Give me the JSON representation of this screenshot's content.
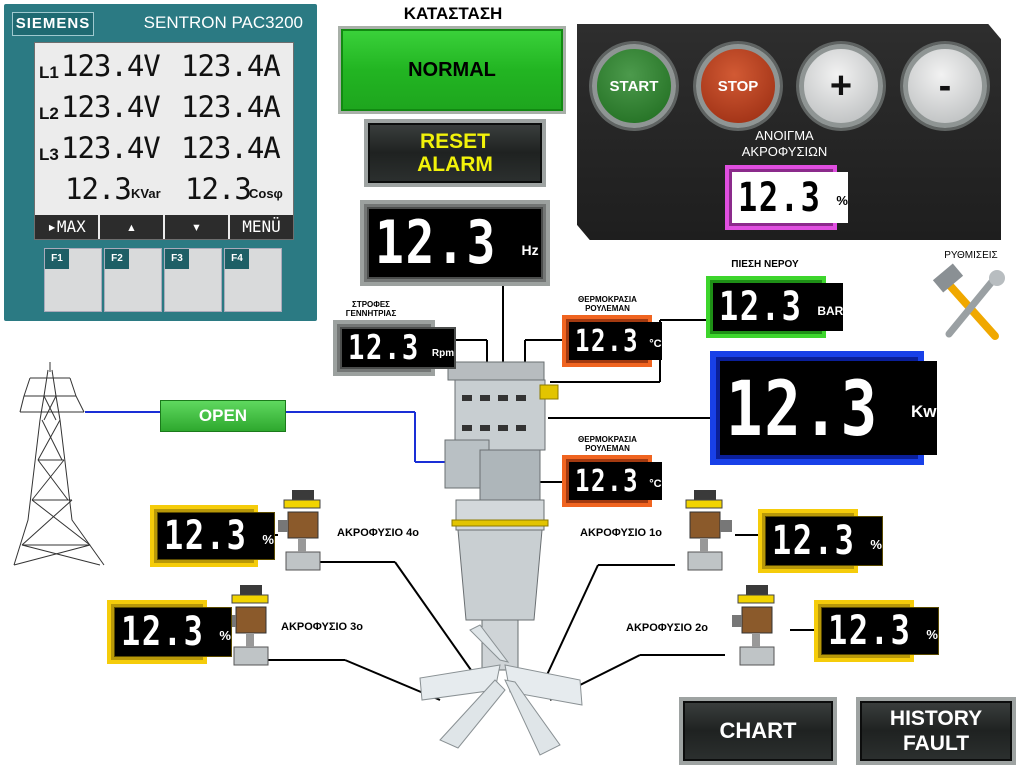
{
  "meter": {
    "brand": "SIEMENS",
    "model": "SENTRON PAC3200",
    "rows": [
      {
        "label": "L1",
        "voltage": "123.4V",
        "current": "123.4A"
      },
      {
        "label": "L2",
        "voltage": "123.4V",
        "current": "123.4A"
      },
      {
        "label": "L3",
        "voltage": "123.4V",
        "current": "123.4A"
      }
    ],
    "kvar_value": "12.3",
    "kvar_unit": "KVar",
    "cos_value": "12.3",
    "cos_unit": "Cosφ",
    "softkeys": [
      "▸MAX",
      "▴",
      "▾",
      "MENÜ"
    ],
    "fkeys": [
      "F1",
      "F2",
      "F3",
      "F4"
    ]
  },
  "status": {
    "title": "ΚΑΤΑΣΤΑΣΗ",
    "state": "NORMAL"
  },
  "reset_alarm": {
    "line1": "RESET",
    "line2": "ALARM"
  },
  "frequency": {
    "value": "12.3",
    "unit": "Hz"
  },
  "rpm": {
    "label_line1": "ΣΤΡΟΦΕΣ",
    "label_line2": "ΓΕΝΝΗΤΡΙΑΣ",
    "value": "12.3",
    "unit": "Rpm"
  },
  "bearing_temp_top": {
    "label_line1": "ΘΕΡΜΟΚΡΑΣΙΑ",
    "label_line2": "ΡΟΥΛΕΜΑΝ",
    "value": "12.3",
    "unit": "°C"
  },
  "bearing_temp_bottom": {
    "label_line1": "ΘΕΡΜΟΚΡΑΣΙΑ",
    "label_line2": "ΡΟΥΛΕΜΑΝ",
    "value": "12.3",
    "unit": "°C"
  },
  "water_pressure": {
    "label": "ΠΙΕΣΗ ΝΕΡΟΥ",
    "value": "12.3",
    "unit": "BAR"
  },
  "power": {
    "value": "12.3",
    "unit": "Kw"
  },
  "settings": {
    "label": "ΡΥΘΜΙΣΕΙΣ"
  },
  "control": {
    "start": "START",
    "stop": "STOP",
    "plus": "+",
    "minus": "-",
    "caption_line1": "ΑΝΟΙΓΜΑ",
    "caption_line2": "ΑΚΡΟΦΥΣΙΩΝ",
    "opening_value": "12.3",
    "opening_unit": "%"
  },
  "breaker": {
    "label": "OPEN"
  },
  "nozzles": [
    {
      "label": "ΑΚΡΟΦΥΣΙΟ 4ο",
      "value": "12.3",
      "unit": "%"
    },
    {
      "label": "ΑΚΡΟΦΥΣΙΟ 3ο",
      "value": "12.3",
      "unit": "%"
    },
    {
      "label": "ΑΚΡΟΦΥΣΙΟ 1ο",
      "value": "12.3",
      "unit": "%"
    },
    {
      "label": "ΑΚΡΟΦΥΣΙΟ 2ο",
      "value": "12.3",
      "unit": "%"
    }
  ],
  "buttons": {
    "chart": "CHART",
    "history_line1": "HISTORY",
    "history_line2": "FAULT"
  },
  "colors": {
    "lcd_yellow": "#f5cc0a",
    "lcd_red": "#f06420",
    "lcd_green": "#3dd52c",
    "lcd_blue": "#1840e8",
    "lcd_magenta": "#e04ee0",
    "normal_green": "#22b522",
    "line_blue": "#1a2fd6"
  }
}
